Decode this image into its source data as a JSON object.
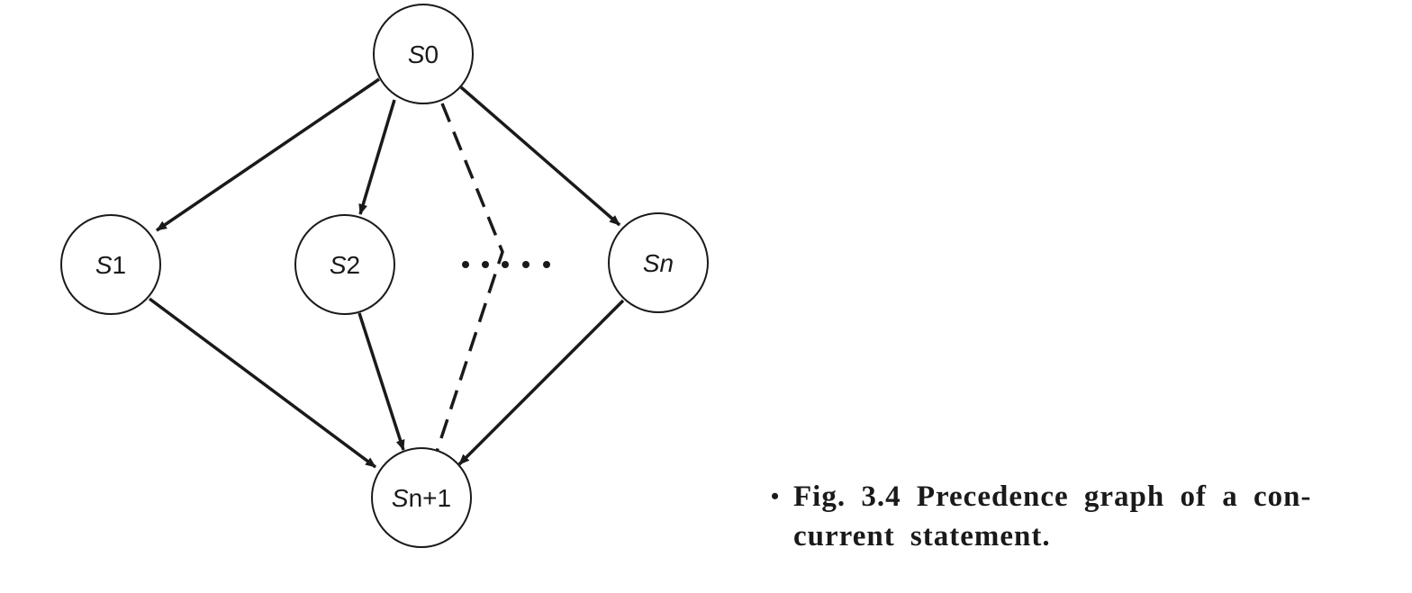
{
  "diagram": {
    "nodes": [
      {
        "id": "s0",
        "prefix": "S",
        "suffix": "0"
      },
      {
        "id": "s1",
        "prefix": "S",
        "suffix": "1"
      },
      {
        "id": "s2",
        "prefix": "S",
        "suffix": "2"
      },
      {
        "id": "sn",
        "prefix": "S",
        "suffix": "n"
      },
      {
        "id": "snp1",
        "prefix": "S",
        "suffix": "n+1"
      }
    ],
    "edges": [
      {
        "from": "s0",
        "to": "s1",
        "style": "solid"
      },
      {
        "from": "s0",
        "to": "s2",
        "style": "solid"
      },
      {
        "from": "s0",
        "to": "sn",
        "style": "solid"
      },
      {
        "from": "s1",
        "to": "snp1",
        "style": "solid"
      },
      {
        "from": "s2",
        "to": "snp1",
        "style": "solid"
      },
      {
        "from": "sn",
        "to": "snp1",
        "style": "solid"
      },
      {
        "from": "s0",
        "to": "ellipsis",
        "style": "dashed"
      },
      {
        "from": "ellipsis",
        "to": "snp1",
        "style": "dashed"
      }
    ],
    "ellipsis": "• • • • •"
  },
  "caption": {
    "bullet": "•",
    "line1": "Fig. 3.4 Precedence graph of a con-",
    "line2": "current statement."
  }
}
